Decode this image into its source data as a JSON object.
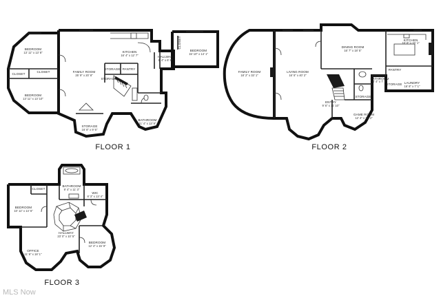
{
  "floors": {
    "floor1": {
      "title": "FLOOR 1",
      "rooms": [
        {
          "id": "bedroom-1a",
          "name": "BEDROOM",
          "dim": "13' 11\" x 13' 8\""
        },
        {
          "id": "closet-1a",
          "name": "CLOSET",
          "dim": ""
        },
        {
          "id": "closet-1b",
          "name": "CLOSET",
          "dim": ""
        },
        {
          "id": "bedroom-1b",
          "name": "BEDROOM",
          "dim": "13' 11\" x 13' 10\""
        },
        {
          "id": "family-room-1",
          "name": "FAMILY ROOM",
          "dim": "25' 9\" x 20' 8\""
        },
        {
          "id": "kitchen-1",
          "name": "KITCHEN",
          "dim": "16' 4\" x 12' 7\""
        },
        {
          "id": "storage-1a",
          "name": "STORAGE",
          "dim": ""
        },
        {
          "id": "pantry-1",
          "name": "PANTRY",
          "dim": ""
        },
        {
          "id": "storage-1b",
          "name": "STORAGE",
          "dim": ""
        },
        {
          "id": "hallway-1",
          "name": "HALLWAY",
          "dim": "6' 4\" x 6' 8\""
        },
        {
          "id": "closet-1c",
          "name": "CLOSET",
          "dim": ""
        },
        {
          "id": "bedroom-1c",
          "name": "BEDROOM",
          "dim": "15' 10\" x 14' 1\""
        },
        {
          "id": "storage-1c",
          "name": "STORAGE",
          "dim": "16' 8\" x 9' 6\""
        },
        {
          "id": "bathroom-1",
          "name": "BATHROOM",
          "dim": "11' 4\" x 13' 9\""
        }
      ]
    },
    "floor2": {
      "title": "FLOOR 2",
      "rooms": [
        {
          "id": "family-room-2",
          "name": "FAMILY ROOM",
          "dim": "18' 2\" x 33' 1\""
        },
        {
          "id": "living-room-2",
          "name": "LIVING ROOM",
          "dim": "16' 5\" x 40' 2\""
        },
        {
          "id": "dining-room-2",
          "name": "DINING ROOM",
          "dim": "16' 7\" x 18' 5\""
        },
        {
          "id": "kitchen-2",
          "name": "KITCHEN",
          "dim": "16' 6\" x 15' 1\""
        },
        {
          "id": "pantry-2",
          "name": "PANTRY",
          "dim": ""
        },
        {
          "id": "laundry-2",
          "name": "LAUNDRY",
          "dim": "16' 8\" x 7' 1\""
        },
        {
          "id": "storage-2a",
          "name": "STORAGE",
          "dim": ""
        },
        {
          "id": "storage-2b",
          "name": "STORAGE",
          "dim": ""
        },
        {
          "id": "bathroom-2",
          "name": "BATHROOM",
          "dim": "4' 4\" x 7' 7\""
        },
        {
          "id": "entry-2",
          "name": "ENTRY",
          "dim": "9' 6\" x 11' 10\""
        },
        {
          "id": "game-room-2",
          "name": "GAME ROOM",
          "dim": "12' 4\" x 20' 2\""
        }
      ]
    },
    "floor3": {
      "title": "FLOOR 3",
      "rooms": [
        {
          "id": "closet-3",
          "name": "CLOSET",
          "dim": ""
        },
        {
          "id": "bedroom-3a",
          "name": "BEDROOM",
          "dim": "10' 11\" x 14' 6\""
        },
        {
          "id": "bathroom-3",
          "name": "BATHROOM",
          "dim": "9' 4\" x 11' 3\""
        },
        {
          "id": "wic-3",
          "name": "WIC",
          "dim": "8' 3\" x 13' 4\""
        },
        {
          "id": "hallway-3",
          "name": "HALLWAY",
          "dim": "23' 0\" x 10' 5\""
        },
        {
          "id": "office-3",
          "name": "OFFICE",
          "dim": "11' 6\" x 18' 1\""
        },
        {
          "id": "bedroom-3b",
          "name": "BEDROOM",
          "dim": "12' 4\" x 15' 9\""
        }
      ]
    }
  },
  "watermark": "MLS Now"
}
